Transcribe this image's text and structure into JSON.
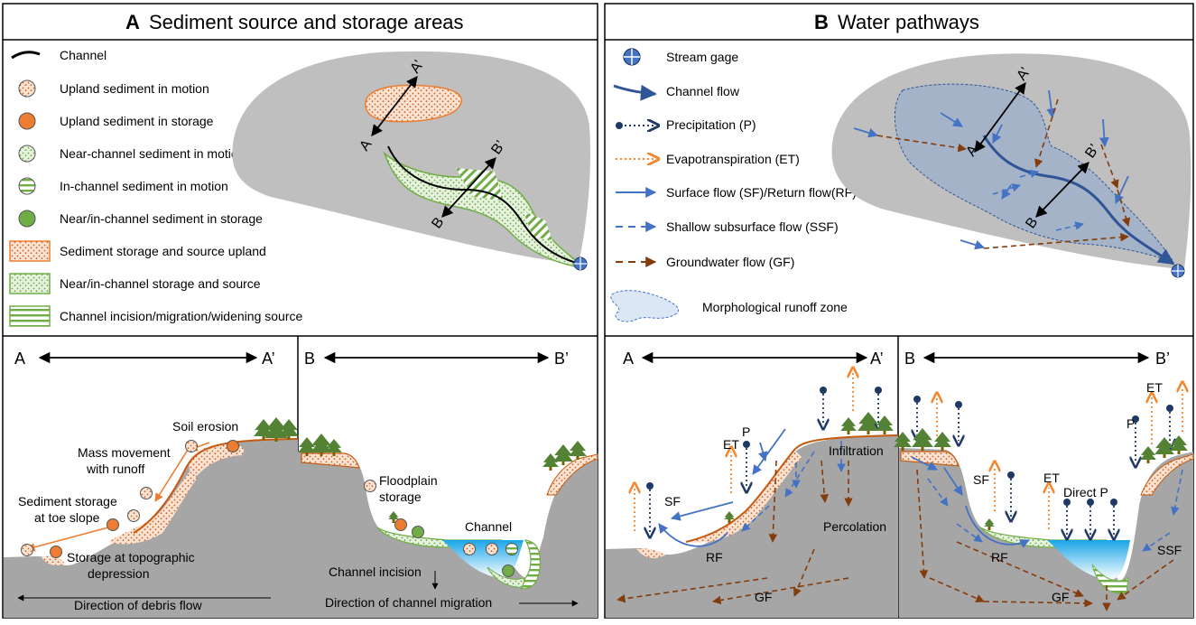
{
  "panel_a": {
    "letter": "A",
    "title": "Sediment source and storage areas",
    "legend": [
      "Channel",
      "Upland sediment in motion",
      "Upland sediment in storage",
      "Near-channel sediment in motion",
      "In-channel sediment in motion",
      "Near/in-channel sediment in storage",
      "Sediment storage and source upland",
      "Near/in-channel storage and source",
      "Channel incision/migration/widening source"
    ],
    "map": {
      "a": "A",
      "a_prime": "A’",
      "b": "B",
      "b_prime": "B’"
    },
    "section_a": {
      "left": "A",
      "right": "A’",
      "soil_erosion": "Soil erosion",
      "mass_movement_1": "Mass movement",
      "mass_movement_2": "with runoff",
      "toe_1": "Sediment storage",
      "toe_2": "at toe slope",
      "depression_1": "Storage at topographic",
      "depression_2": "depression",
      "debris": "Direction of debris flow"
    },
    "section_b": {
      "left": "B",
      "right": "B’",
      "floodplain_1": "Floodplain",
      "floodplain_2": "storage",
      "channel": "Channel",
      "incision": "Channel incision",
      "migration": "Direction of channel migration"
    }
  },
  "panel_b": {
    "letter": "B",
    "title": "Water pathways",
    "legend": [
      "Stream gage",
      "Channel flow",
      "Precipitation (P)",
      "Evapotranspiration (ET)",
      "Surface flow (SF)/Return flow(RF)",
      "Shallow subsurface flow (SSF)",
      "Groundwater flow (GF)",
      "Morphological runoff zone"
    ],
    "map": {
      "a": "A",
      "a_prime": "A’",
      "b": "B",
      "b_prime": "B’"
    },
    "section_a": {
      "left": "A",
      "right": "A’",
      "et": "ET",
      "p": "P",
      "sf": "SF",
      "rf": "RF",
      "infiltration": "Infiltration",
      "percolation": "Percolation",
      "gf": "GF"
    },
    "section_b": {
      "left": "B",
      "right": "B’",
      "sf": "SF",
      "et": "ET",
      "direct_p": "Direct P",
      "rf": "RF",
      "gf": "GF",
      "ssf": "SSF",
      "et2": "ET",
      "p": "P"
    }
  },
  "colors": {
    "upland": "#ed7d31",
    "near_channel": "#70ad47",
    "water_blue": "#2f5597",
    "flow_blue": "#4472c4",
    "groundwater": "#843c0c",
    "et_orange": "#f4862b",
    "precip": "#1f3864",
    "ground": "#a6a6a6",
    "tree": "#548235"
  }
}
